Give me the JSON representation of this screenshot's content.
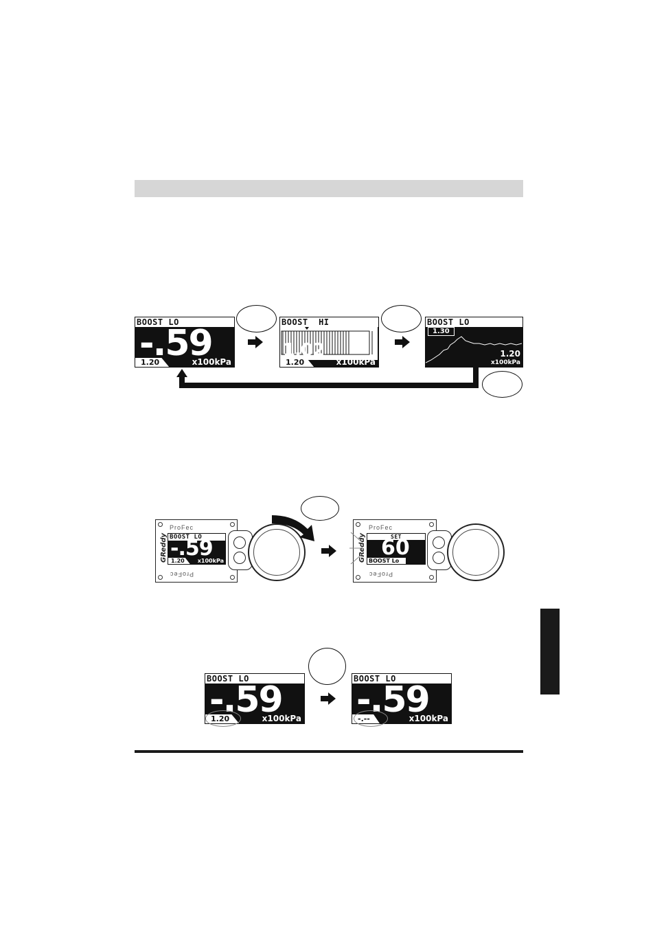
{
  "header": {
    "band_color": "#d6d6d6"
  },
  "flow1": {
    "panel1": {
      "title": "BOOST LO",
      "value": "-.59",
      "peak": "1.20",
      "unit": "x100kPa"
    },
    "panel2": {
      "title": "BOOST  HI",
      "value": "1.02",
      "peak": "1.20",
      "unit": "x100kPa"
    },
    "panel3": {
      "title": "BOOST LO",
      "max": "1.30",
      "peak": "1.20",
      "unit": "x100kPa"
    }
  },
  "flow2": {
    "left": {
      "brand": "ProFec",
      "brand_bottom": "ProFec",
      "logo": "GReddy",
      "title": "BOOST LO",
      "value": "-.59",
      "peak": "1.20",
      "unit": "x100kPa"
    },
    "right": {
      "brand": "ProFec",
      "brand_bottom": "ProFec",
      "logo": "GReddy",
      "set_label": "SET",
      "value": "60",
      "mode": "BOOST Lo"
    }
  },
  "flow3": {
    "left": {
      "title": "BOOST LO",
      "value": "-.59",
      "peak": "1.20",
      "unit": "x100kPa"
    },
    "right": {
      "title": "BOOST LO",
      "value": "-.59",
      "peak": "-.--",
      "unit": "x100kPa"
    }
  },
  "icons": [
    "right-arrow-icon",
    "return-arrow-icon",
    "rotate-arrow-icon"
  ],
  "colors": {
    "ink": "#1a1a1a",
    "lcd_bg": "#111111",
    "highlight": "#888888"
  }
}
